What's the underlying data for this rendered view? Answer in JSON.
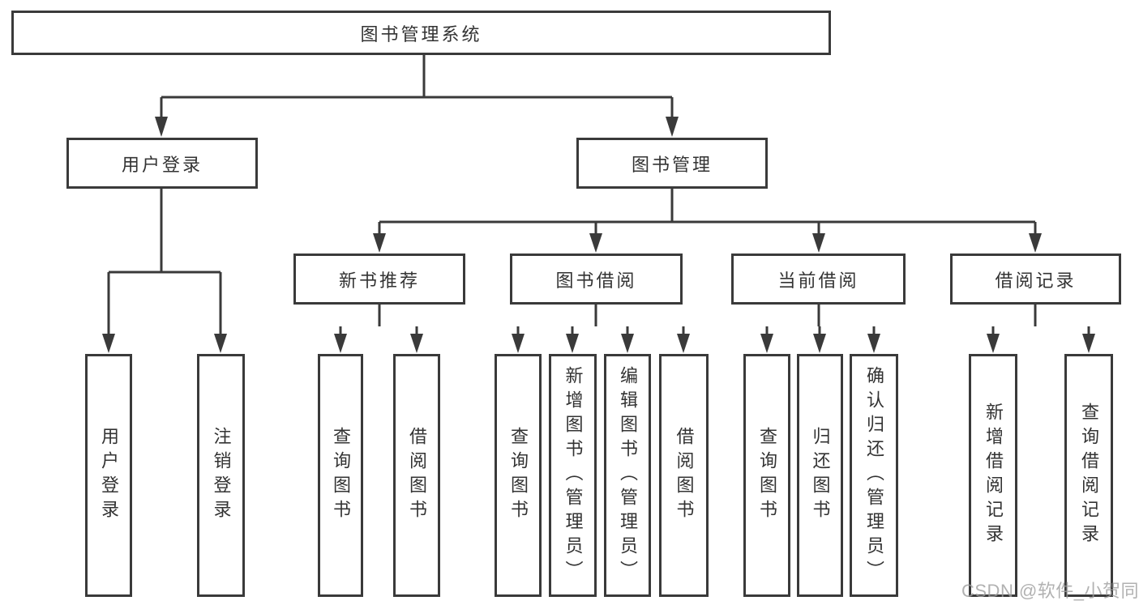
{
  "diagram": {
    "tree": {
      "root": {
        "label": "图书管理系统"
      },
      "branches": [
        {
          "label": "用户登录",
          "children": [
            {
              "label": "用户登录"
            },
            {
              "label": "注销登录"
            }
          ]
        },
        {
          "label": "图书管理",
          "groups": [
            {
              "label": "新书推荐",
              "children": [
                {
                  "label": "查询图书"
                },
                {
                  "label": "借阅图书"
                }
              ]
            },
            {
              "label": "图书借阅",
              "children": [
                {
                  "label": "查询图书"
                },
                {
                  "label": "新增图书（管理员）"
                },
                {
                  "label": "编辑图书（管理员）"
                },
                {
                  "label": "借阅图书"
                }
              ]
            },
            {
              "label": "当前借阅",
              "children": [
                {
                  "label": "查询图书"
                },
                {
                  "label": "归还图书"
                },
                {
                  "label": "确认归还（管理员）"
                }
              ]
            },
            {
              "label": "借阅记录",
              "children": [
                {
                  "label": "新增借阅记录"
                },
                {
                  "label": "查询借阅记录"
                }
              ]
            }
          ]
        }
      ]
    },
    "colors": {
      "line": "#3a3a3a",
      "text": "#333333",
      "background": "#ffffff",
      "watermark": "#9e9e9e"
    }
  },
  "watermark": "CSDN @软件_小贺同学"
}
